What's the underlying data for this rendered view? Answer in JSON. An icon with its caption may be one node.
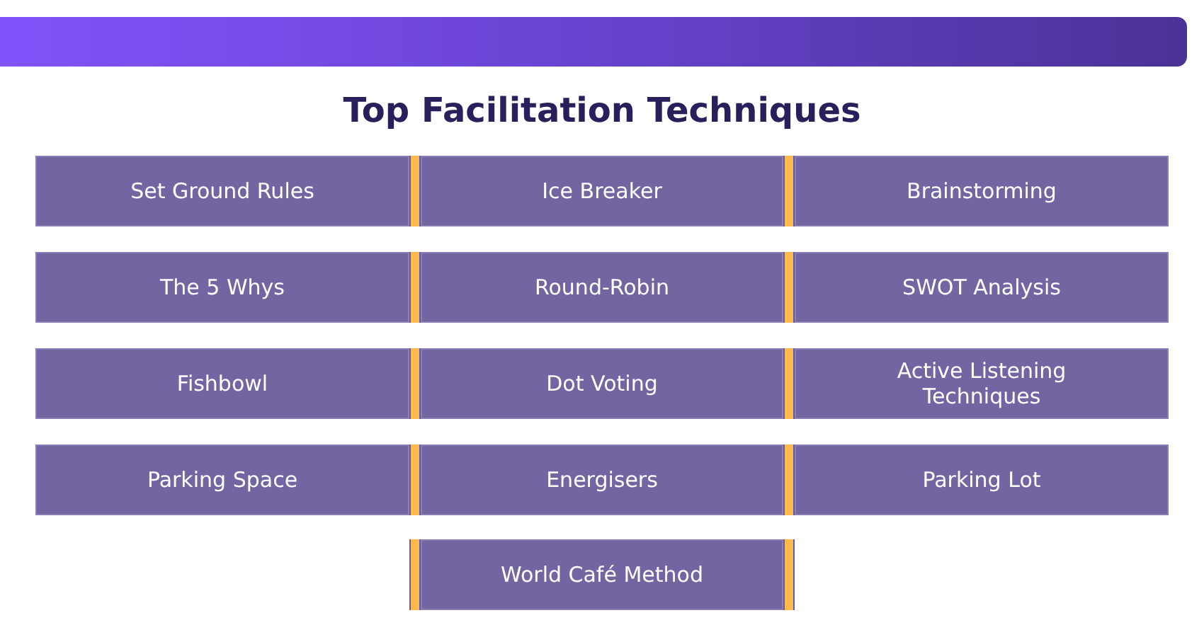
{
  "diagram": {
    "title": "Top Facilitation Techniques",
    "nodes": [
      {
        "text": [
          "Set Ground Rules"
        ]
      },
      {
        "text": [
          "Ice Breaker"
        ]
      },
      {
        "text": [
          "Brainstorming"
        ]
      },
      {
        "text": [
          "The 5 Whys"
        ]
      },
      {
        "text": [
          "Round-Robin"
        ]
      },
      {
        "text": [
          "SWOT Analysis"
        ]
      },
      {
        "text": [
          "Fishbowl"
        ]
      },
      {
        "text": [
          "Dot Voting"
        ]
      },
      {
        "text": [
          "Active Listening Techniques"
        ]
      },
      {
        "text": [
          "Parking Space"
        ]
      },
      {
        "text": [
          "Energisers"
        ]
      },
      {
        "text": [
          "Parking Lot"
        ]
      },
      {
        "text": [
          "World Café Method"
        ]
      }
    ]
  }
}
